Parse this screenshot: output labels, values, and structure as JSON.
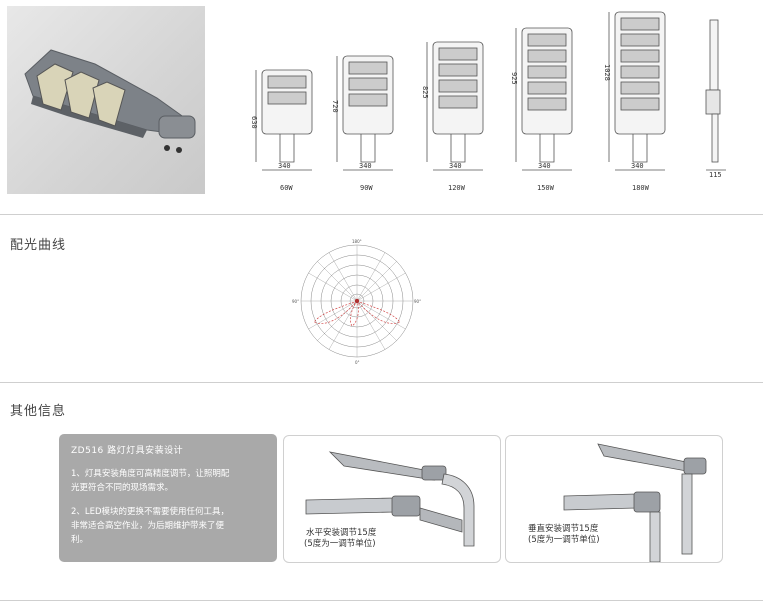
{
  "products": [
    {
      "watt": "60W",
      "width": "340",
      "height": "630"
    },
    {
      "watt": "90W",
      "width": "340",
      "height": "720"
    },
    {
      "watt": "120W",
      "width": "340",
      "height": "825"
    },
    {
      "watt": "150W",
      "width": "340",
      "height": "925"
    },
    {
      "watt": "180W",
      "width": "340",
      "height": "1028"
    }
  ],
  "side_view_width": "115",
  "sections": {
    "light_distribution": "配光曲线",
    "other_info": "其他信息"
  },
  "polar": {
    "top_label": "180°",
    "left_label": "90°",
    "right_label": "90°",
    "bottom_label": "0°"
  },
  "info": {
    "title": "ZD516 路灯灯具安装设计",
    "line1a": "1、灯具安装角度可高精度调节，让照明配",
    "line1b": "光更符合不同的现场需求。",
    "line2a": "2、LED模块的更换不需要使用任何工具，",
    "line2b": "非常适合高空作业，为后期维护带来了便",
    "line2c": "利。"
  },
  "captions": {
    "horizontal_line1": "水平安装调节15度",
    "horizontal_line2": "(5度为一调节单位)",
    "vertical_line1": "垂直安装调节15度",
    "vertical_line2": "(5度为一调节单位)"
  }
}
